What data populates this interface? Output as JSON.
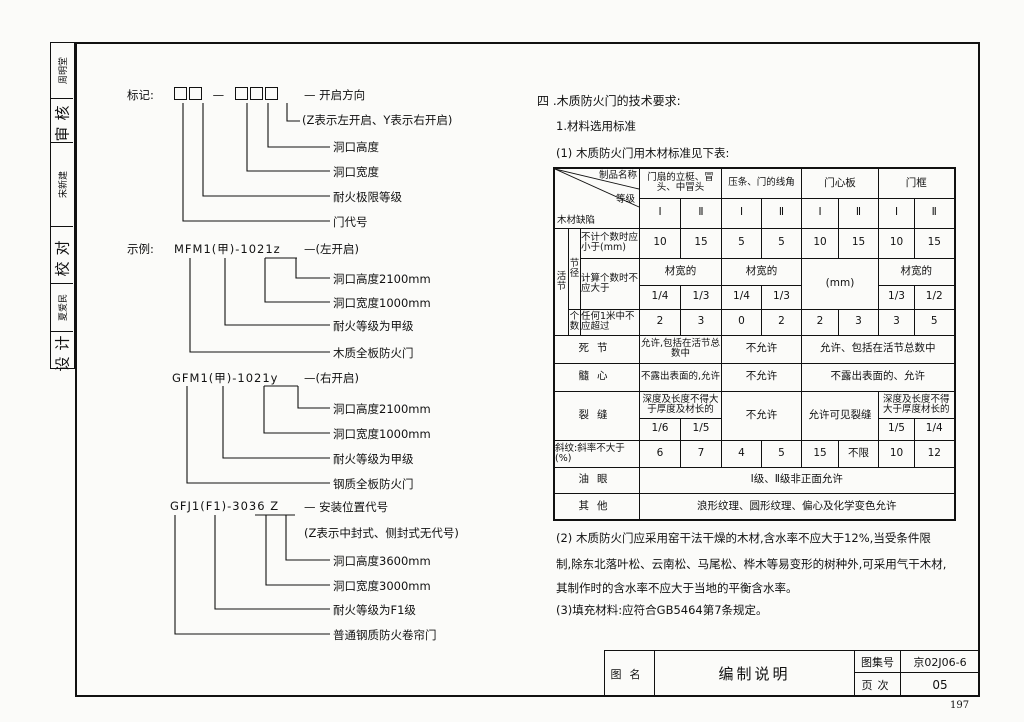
{
  "sidebar": {
    "cells": [
      "周明堂",
      "审核",
      "宋新建",
      "校对",
      "夏爱民",
      "设计"
    ]
  },
  "left": {
    "legend_label": "标记:",
    "legend_dash": "—",
    "legend": [
      "— 开启方向",
      "(Z表示左开启、Y表示右开启)",
      "洞口高度",
      "洞口宽度",
      "耐火极限等级",
      "门代号"
    ],
    "example_label": "示例:",
    "ex1_code": "MFM1(甲)-1021z",
    "ex1": [
      "—(左开启)",
      "洞口高度2100mm",
      "洞口宽度1000mm",
      "耐火等级为甲级",
      "木质全板防火门"
    ],
    "ex2_code": "GFM1(甲)-1021y",
    "ex2": [
      "—(右开启)",
      "洞口高度2100mm",
      "洞口宽度1000mm",
      "耐火等级为甲级",
      "钢质全板防火门"
    ],
    "ex3_code": "GFJ1(F1)-3036 Z",
    "ex3": [
      "— 安装位置代号",
      "(Z表示中封式、侧封式无代号)",
      "洞口高度3600mm",
      "洞口宽度3000mm",
      "耐火等级为F1级",
      "普通钢质防火卷帘门"
    ]
  },
  "right": {
    "section_title": "四 .木质防火门的技术要求:",
    "sub1": "1.材料选用标准",
    "sub1a": "(1) 木质防火门用木材标准见下表:",
    "table": {
      "hdr_name": "制品名称",
      "hdr_grade": "等级",
      "hdr_defect": "木材缺陷",
      "cols": [
        "门扇的立梃、冒头、中冒头",
        "压条、门的线角",
        "门心板",
        "门框"
      ],
      "grades": [
        "Ⅰ",
        "Ⅱ",
        "Ⅰ",
        "Ⅱ",
        "Ⅰ",
        "Ⅱ",
        "Ⅰ",
        "Ⅱ"
      ],
      "live_knot": "活节",
      "knot_dia": "节径",
      "knot_count": "个数",
      "r1_label": "不计个数时应小于(mm)",
      "r1": [
        "10",
        "15",
        "5",
        "5",
        "10",
        "15",
        "10",
        "15"
      ],
      "r2_label": "计算个数时不应大于",
      "r2_a": "材宽的",
      "r2_b": "材宽的",
      "r2_c": "(mm)",
      "r2_d": "材宽的",
      "r3": [
        "1/4",
        "1/3",
        "1/4",
        "1/3",
        "",
        "",
        "1/3",
        "1/2"
      ],
      "r4_label": "任何1米中不应超过",
      "r4": [
        "2",
        "3",
        "0",
        "2",
        "2",
        "3",
        "3",
        "5"
      ],
      "dead_knot": "死节",
      "dead": [
        "允许,包括在活节总数中",
        "不允许",
        "允许、包括在活节总数中"
      ],
      "pith": "髓心",
      "pith_v": [
        "不露出表面的,允许",
        "不允许",
        "不露出表面的、允许"
      ],
      "crack": "裂缝",
      "crack_a": "深度及长度不得大于厚度及材长的",
      "crack_b": "不允许",
      "crack_c": "允许可见裂缝",
      "crack_d": "深度及长度不得大于厚度材长的",
      "crack_r2": [
        "1/6",
        "1/5",
        "1/5",
        "1/4"
      ],
      "slope": "斜纹:斜率不大于(%)",
      "slope_v": [
        "6",
        "7",
        "4",
        "5",
        "15",
        "不限",
        "10",
        "12"
      ],
      "oil": "油眼",
      "oil_v": "Ⅰ级、Ⅱ级非正面允许",
      "other": "其他",
      "other_v": "浪形纹理、圆形纹理、偏心及化学变色允许"
    },
    "note2_l1": "(2) 木质防火门应采用窑干法干燥的木材,含水率不应大于12%,当受条件限",
    "note2_l2": "制,除东北落叶松、云南松、马尾松、桦木等易变形的树种外,可采用气干木材,",
    "note2_l3": "其制作时的含水率不应大于当地的平衡含水率。",
    "note3": "(3)填充材料:应符合GB5464第7条规定。"
  },
  "title_block": {
    "name_label": "图名",
    "name": "编制说明",
    "atlas_label": "图集号",
    "atlas": "京02J06-6",
    "page_label": "页次",
    "page": "05"
  },
  "page_number": "197"
}
